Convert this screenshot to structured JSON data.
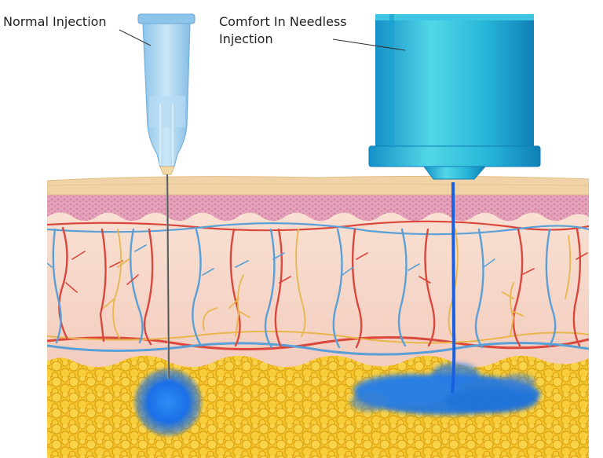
{
  "labels": {
    "normal": "Normal Injection",
    "needless_line1": "Comfort In Needless",
    "needless_line2": "Injection"
  },
  "colors": {
    "fat": "#f2c21c",
    "fat_dark": "#d99a0e",
    "dermis": "#f6dccb",
    "epidermis": "#e9a7bf",
    "stratum": "#efd2a4",
    "artery": "#d9473d",
    "vein": "#5aa0d6",
    "nerve": "#e8b64c",
    "injectate": "#1a73e8",
    "syringe": "#9fd0ef",
    "nozzle": "#1cb0d8"
  }
}
